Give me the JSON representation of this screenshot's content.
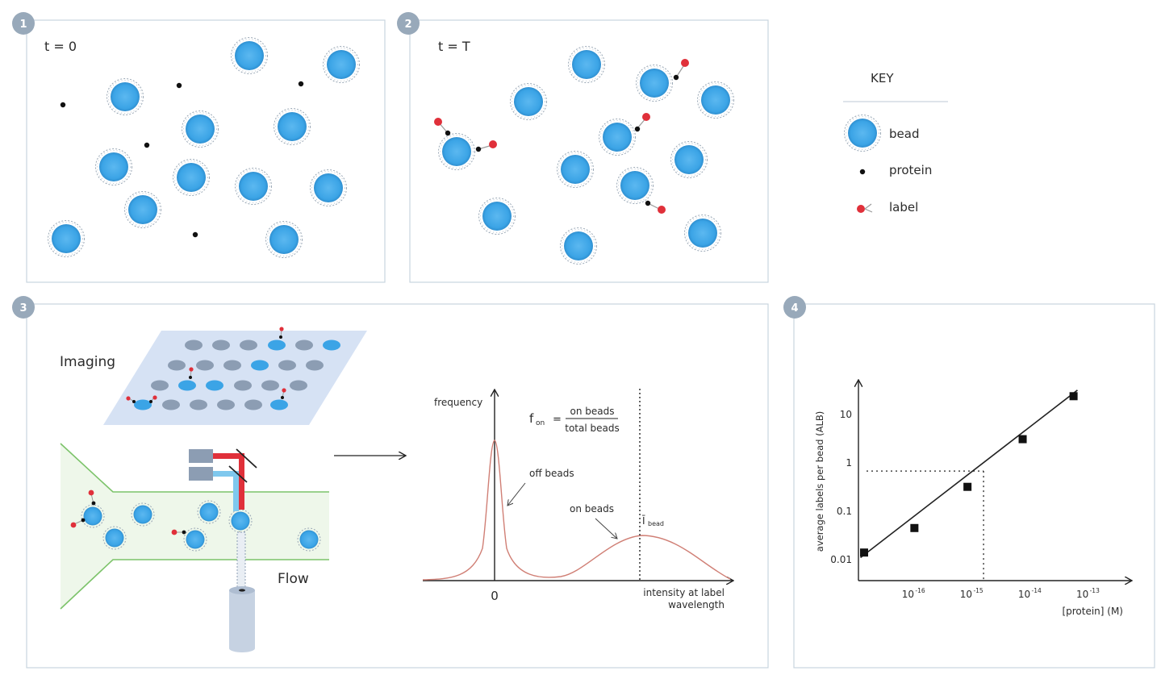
{
  "panels": [
    {
      "number": "1",
      "label": "t = 0"
    },
    {
      "number": "2",
      "label": "t = T"
    },
    {
      "number": "3",
      "imaging": "Imaging",
      "flow": "Flow"
    },
    {
      "number": "4"
    }
  ],
  "key": {
    "title": "KEY",
    "items": [
      {
        "name": "bead"
      },
      {
        "name": "protein"
      },
      {
        "name": "label"
      }
    ]
  },
  "histogram": {
    "ylabel": "frequency",
    "xlabel_line1": "intensity at label",
    "xlabel_line2": "wavelength",
    "zero": "0",
    "formula_lhs": "f",
    "formula_sub": "on",
    "formula_eq": "=",
    "formula_num": "on beads",
    "formula_den": "total beads",
    "off_label": "off beads",
    "on_label": "on beads",
    "ibead": "Ī",
    "ibead_sub": "bead"
  },
  "chart_data": {
    "type": "line",
    "xlabel": "[protein] (M)",
    "ylabel": "average labels per bead (ALB)",
    "x_scale": "log",
    "y_scale": "log",
    "x_ticks": [
      {
        "value": 1e-16,
        "base": "10",
        "exp": "-16"
      },
      {
        "value": 1e-15,
        "base": "10",
        "exp": "-15"
      },
      {
        "value": 1e-14,
        "base": "10",
        "exp": "-14"
      },
      {
        "value": 1e-13,
        "base": "10",
        "exp": "-13"
      }
    ],
    "y_ticks": [
      {
        "value": 0.01,
        "label": "0.01"
      },
      {
        "value": 0.1,
        "label": "0.1"
      },
      {
        "value": 1,
        "label": "1"
      },
      {
        "value": 10,
        "label": "10"
      }
    ],
    "xlim": [
      1.2e-17,
      4e-13
    ],
    "ylim": [
      0.005,
      40
    ],
    "series": [
      {
        "points": [
          [
            1.5e-17,
            0.014
          ],
          [
            1.1e-16,
            0.045
          ],
          [
            9e-16,
            0.32
          ],
          [
            8e-15,
            3.1
          ],
          [
            6e-14,
            24
          ]
        ]
      }
    ],
    "fit_line": [
      [
        1.3e-17,
        0.011
      ],
      [
        7e-14,
        32
      ]
    ],
    "reference": {
      "x": 1.7e-15,
      "y": 0.68
    },
    "grid": false
  }
}
